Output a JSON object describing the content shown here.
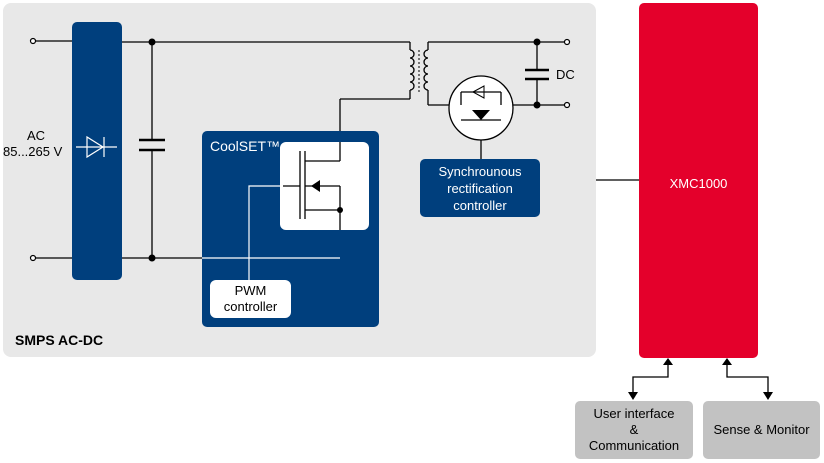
{
  "diagram": {
    "smps_label": "SMPS AC-DC",
    "ac_label": "AC",
    "ac_range": "85...265 V",
    "dc_label": "DC",
    "coolset_label": "CoolSET™",
    "pwm_line1": "PWM",
    "pwm_line2": "controller",
    "sync_line1": "Synchrounous",
    "sync_line2": "rectification",
    "sync_line3": "controller",
    "mcu_label": "XMC1000",
    "ui_line1": "User interface",
    "ui_line2": "&",
    "ui_line3": "Communication",
    "sense_label": "Sense & Monitor"
  },
  "colors": {
    "infineon_blue": "#003f7d",
    "mcu_red": "#e4002b",
    "panel_gray": "#e8e8e8",
    "periph_gray": "#c2c2c2"
  }
}
